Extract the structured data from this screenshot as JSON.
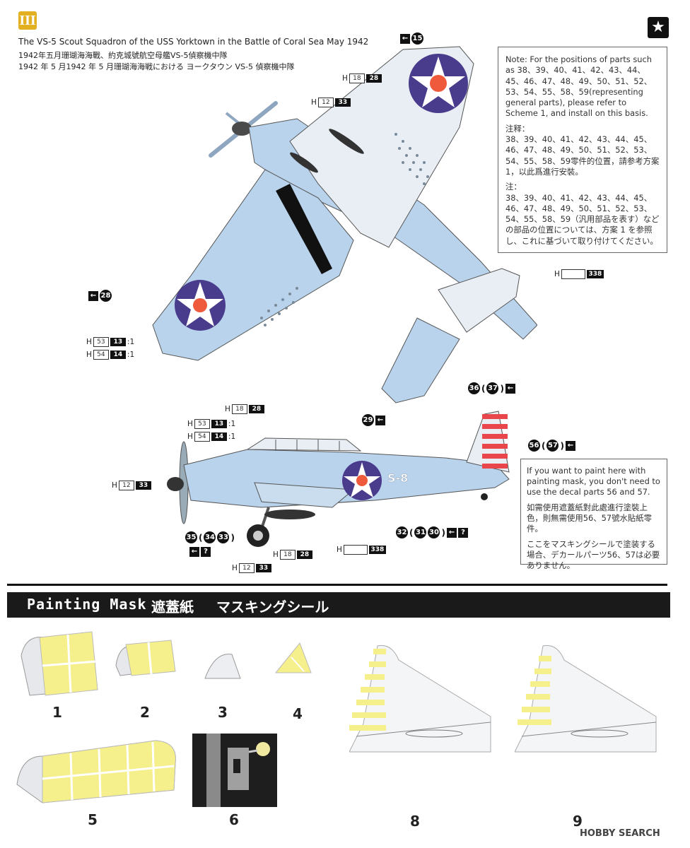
{
  "header": {
    "scheme_number": "III",
    "title_en": "The VS-5 Scout Squadron of the USS Yorktown in the Battle of Coral Sea May 1942",
    "title_zh": "1942年五月珊瑚海海戰、約克城號航空母艦VS-5偵察機中隊",
    "title_jp": "1942 年 5 月1942 年 5 月珊瑚海海戦における ヨークタウン VS-5 偵察機中隊"
  },
  "note": {
    "en": "Note: For the positions of parts such as 38、39、40、41、42、43、44、45、46、47、48、49、50、51、52、53、54、55、58、59(representing general parts), please refer to Scheme 1, and install on this basis.",
    "zh_label": "注释：",
    "zh": "38、39、40、41、42、43、44、45、46、47、48、49、50、51、52、53、54、55、58、59零件的位置，請参考方案1，以此爲進行安裝。",
    "jp_label": "注：",
    "jp": "38、39、40、41、42、43、44、45、46、47、48、49、50、51、52、53、54、55、58、59（汎用部品を表す）などの部品の位置については、方案 1 を参照し、これに基づいて取り付けてください。"
  },
  "mask_note": {
    "en": "If you want to paint here with painting mask, you don't need to use the decal parts 56 and 57.",
    "zh": "如需使用遮蓋紙對此處進行塗裝上色，則無需使用56、57號水貼紙零件。",
    "jp": "ここをマスキングシールで塗装する場合、デカールパーツ56、57は必要ありません。"
  },
  "callouts": {
    "h": "H",
    "c18": "18",
    "c28": "28",
    "c12": "12",
    "c33": "33",
    "c53": "53",
    "c13": "13",
    "c54": "54",
    "c14": "14",
    "c338": "338",
    "ratio": ":1"
  },
  "parts": {
    "p15": "15",
    "p28": "28",
    "p29": "29",
    "p36": "36",
    "p37": "37",
    "p56": "56",
    "p57": "57",
    "p32": "32",
    "p31": "31",
    "p30": "30",
    "p35": "35",
    "p34": "34",
    "p33": "33",
    "open": "(",
    "close": ")",
    "q": "?",
    "star": "★"
  },
  "mask_section": {
    "title_en": "Painting Mask",
    "title_zh": "遮蓋紙",
    "title_jp": "マスキングシール",
    "items": [
      "1",
      "2",
      "3",
      "4",
      "5",
      "6",
      "8",
      "9"
    ]
  },
  "side_code": "S-8",
  "watermark": "HOBBY SEARCH",
  "colors": {
    "underside_blue": "#b9d3ec",
    "roundel_blue": "#4a3c8c",
    "roundel_red": "#ef5a3c",
    "mask_yellow": "#f5ef8c",
    "rudder_red": "#e8464a",
    "badge_gold": "#e2b020"
  }
}
